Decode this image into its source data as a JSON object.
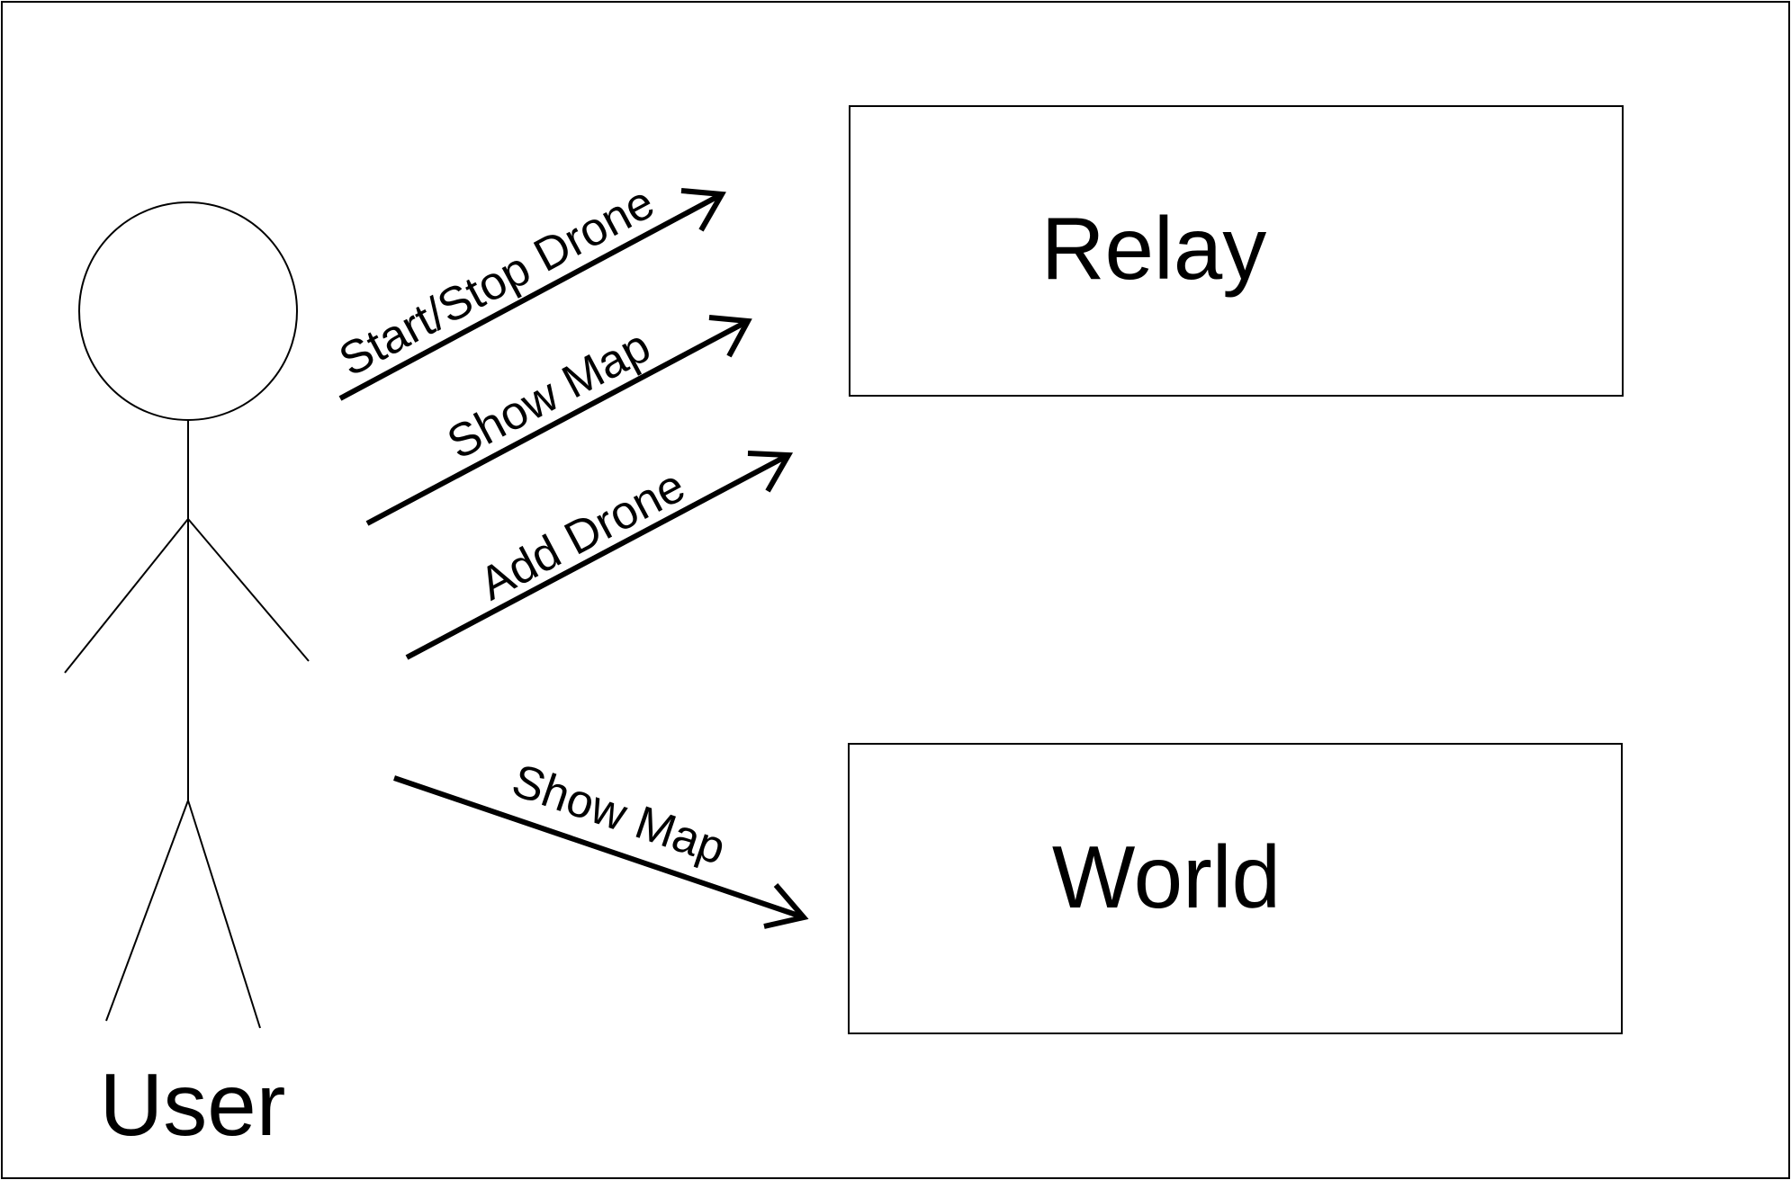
{
  "diagram": {
    "actor": {
      "label": "User"
    },
    "boxes": {
      "relay": {
        "label": "Relay"
      },
      "world": {
        "label": "World"
      }
    },
    "arrows": [
      {
        "label": "Start/Stop Drone",
        "target": "Relay"
      },
      {
        "label": "Show Map",
        "target": "Relay"
      },
      {
        "label": "Add Drone",
        "target": "Relay"
      },
      {
        "label": "Show Map",
        "target": "World"
      }
    ]
  },
  "colors": {
    "stroke": "#000000",
    "background": "#ffffff"
  }
}
